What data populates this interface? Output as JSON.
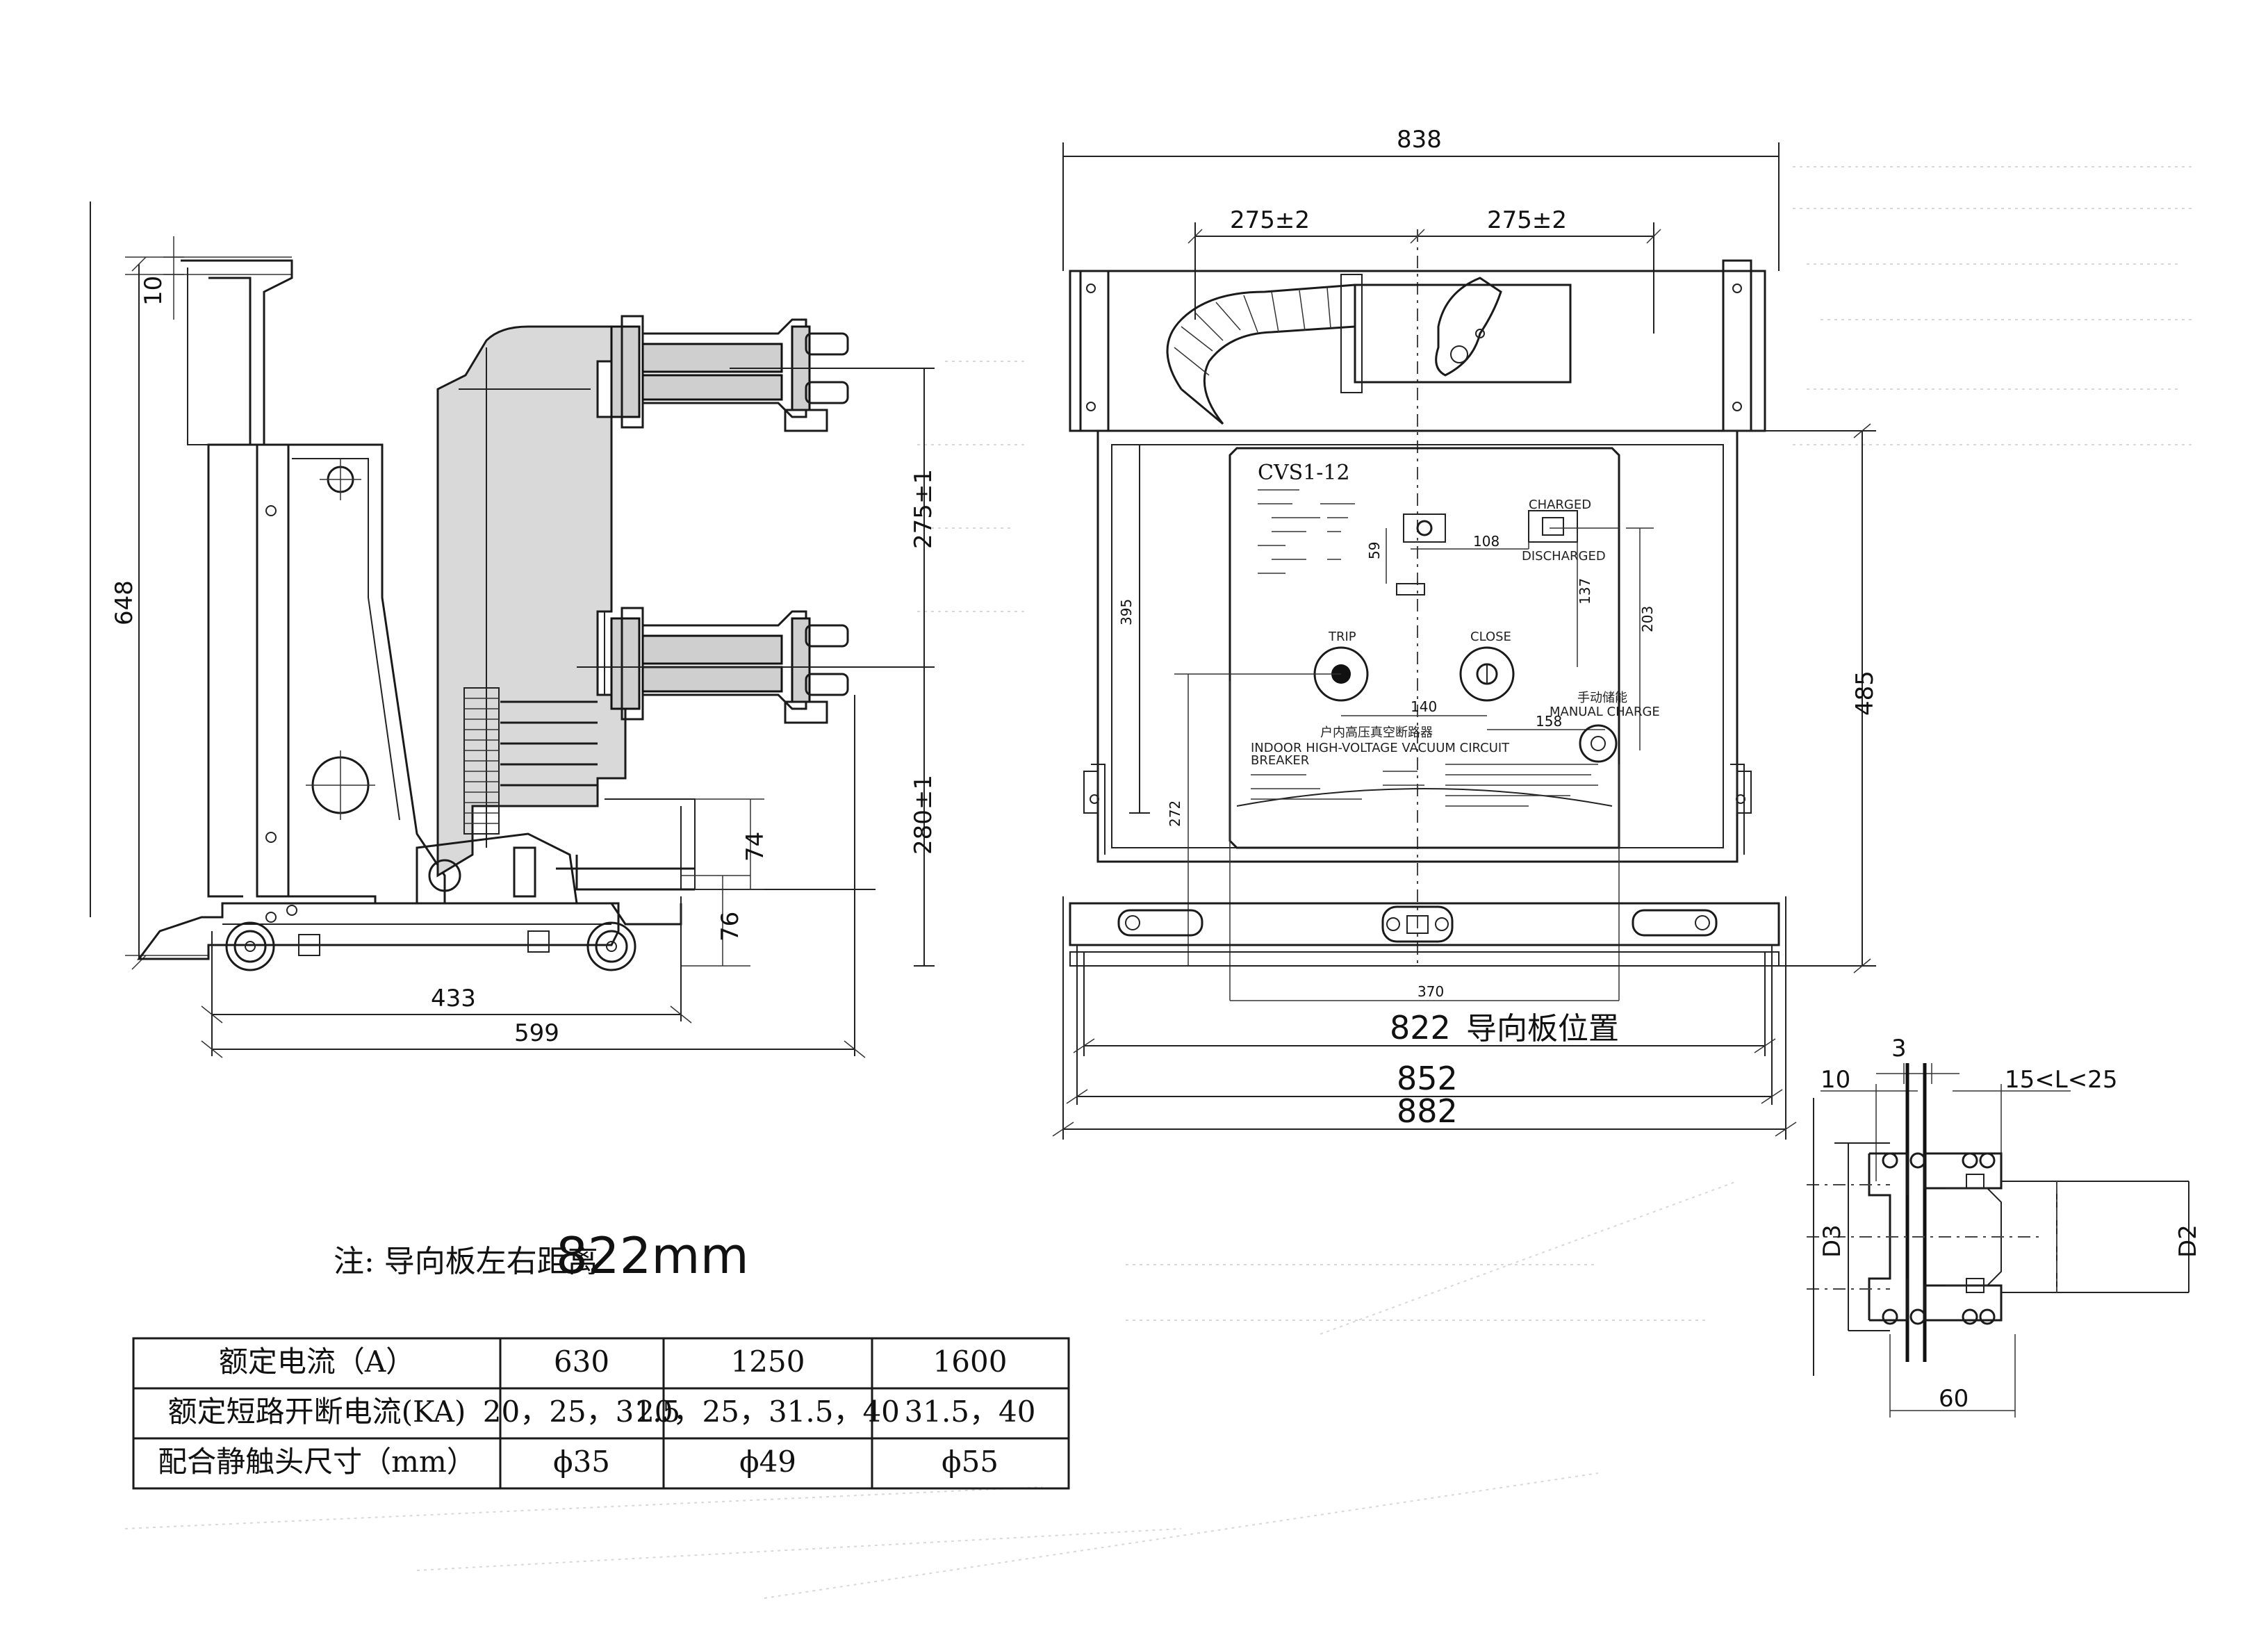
{
  "side_view": {
    "dims": {
      "d10": "10",
      "d648": "648",
      "d275": "275±1",
      "d280": "280±1",
      "d74": "74",
      "d76": "76",
      "d433": "433",
      "d599": "599"
    }
  },
  "front_view": {
    "dims": {
      "d838": "838",
      "d275_left": "275±2",
      "d275_right": "275±2",
      "d485": "485",
      "d395": "395",
      "d272": "272",
      "d370": "370",
      "d822": "822",
      "d852": "852",
      "d882": "882",
      "d59": "59",
      "d108": "108",
      "d137": "137",
      "d203": "203",
      "d140": "140",
      "d158": "158"
    },
    "guide_label": "导向板位置",
    "nameplate": {
      "model": "CVS1-12",
      "charged": "CHARGED",
      "discharged": "DISCHARGED",
      "trip": "TRIP",
      "close": "CLOSE",
      "manual_cn": "手动储能",
      "manual_charge": "MANUAL CHARGE",
      "breaker_cn": "户内高压真空断路器",
      "breaker_en": "INDOOR HIGH-VOLTAGE VACUUM CIRCUIT",
      "breaker_en2": "BREAKER"
    }
  },
  "detail_view": {
    "dims": {
      "d3": "3",
      "d10": "10",
      "range": "15<L<25",
      "D3": "D3",
      "D2": "D2",
      "d60": "60"
    }
  },
  "note": {
    "prefix": "注: 导向板左右距离",
    "value": "822mm"
  },
  "spec_table": {
    "rows": [
      {
        "label": "额定电流（A）",
        "values": [
          "630",
          "1250",
          "1600"
        ]
      },
      {
        "label": "额定短路开断电流(KA)",
        "values": [
          "20，25，31.5",
          "20，25，31.5，40",
          "31.5，40"
        ]
      },
      {
        "label": "配合静触头尺寸（mm）",
        "values": [
          "ϕ35",
          "ϕ49",
          "ϕ55"
        ]
      }
    ]
  }
}
